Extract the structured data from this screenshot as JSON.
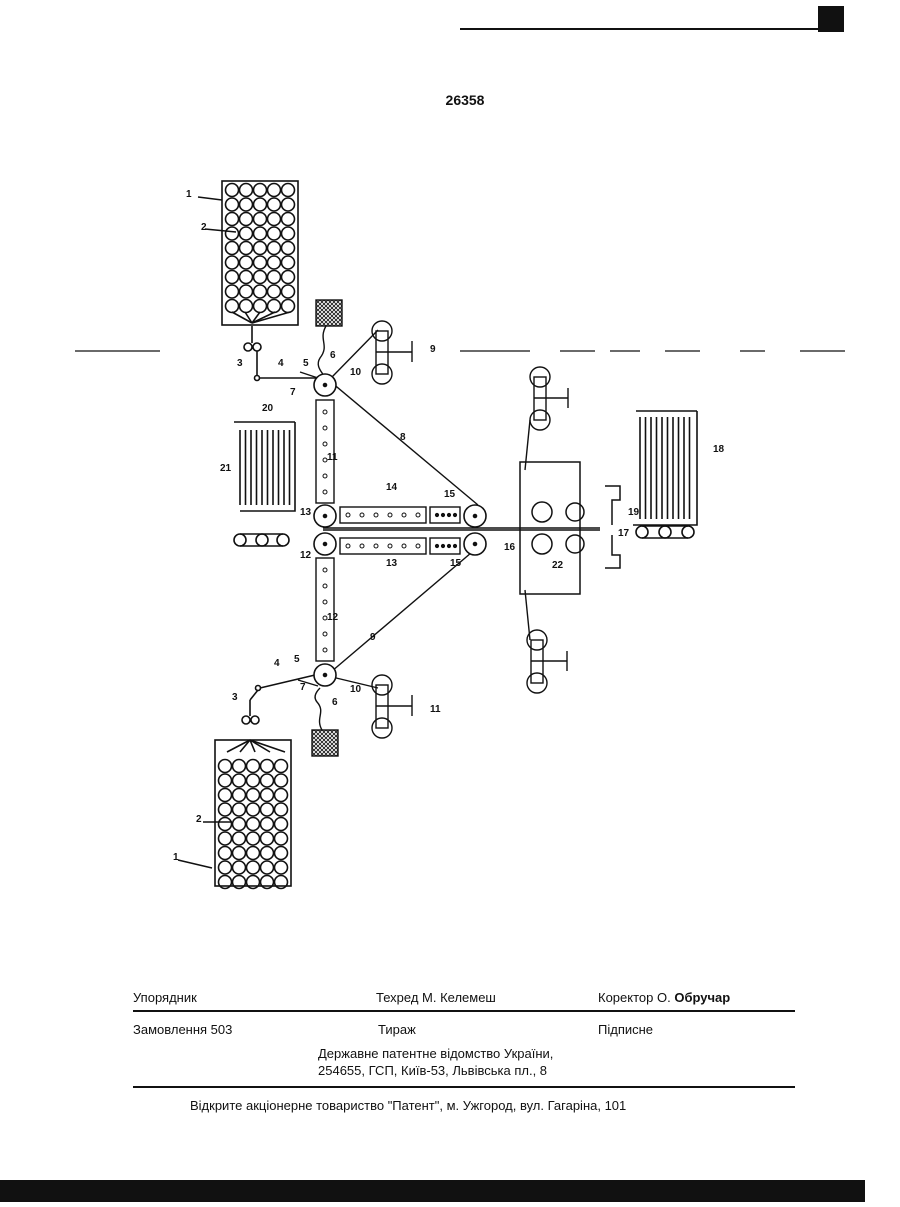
{
  "header": {
    "patent_number": "26358"
  },
  "figure": {
    "labels": [
      "1",
      "2",
      "3",
      "4",
      "5",
      "6",
      "7",
      "8",
      "9",
      "10",
      "11",
      "12",
      "13",
      "14",
      "15",
      "16",
      "17",
      "18",
      "19",
      "20",
      "21",
      "22"
    ]
  },
  "footer": {
    "compiler_label": "Упорядник",
    "tech_editor": "Техред М. Келемеш",
    "proofreader_prefix": "Коректор О.",
    "proofreader_name": "Обручар",
    "order": "Замовлення 503",
    "circulation": "Тираж",
    "subscription": "Підписне",
    "office_line1": "Державне патентне відомство України,",
    "office_line2": "254655, ГСП, Київ-53, Львівська пл., 8",
    "printer": "Відкрите акціонерне товариство \"Патент\", м. Ужгород, вул. Гагаріна, 101"
  }
}
